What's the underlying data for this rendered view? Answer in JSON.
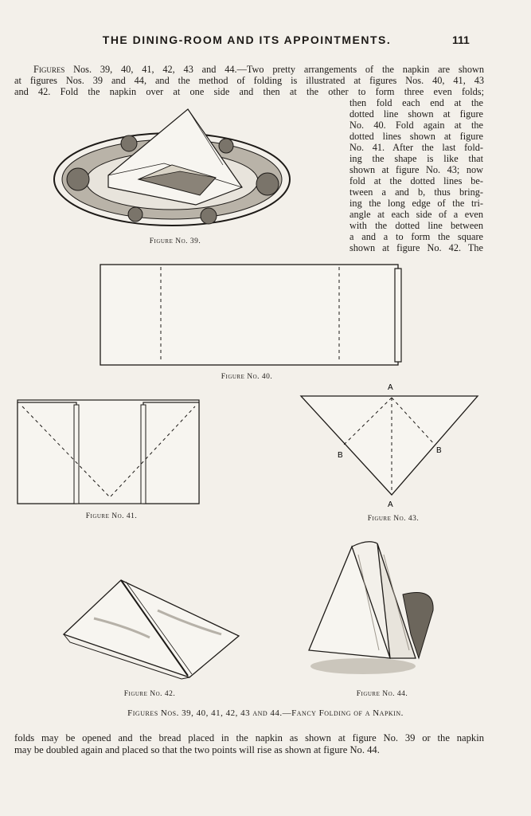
{
  "header": {
    "running_title": "THE DINING-ROOM AND ITS APPOINTMENTS.",
    "page_number": "111"
  },
  "intro": {
    "lead": "Figures",
    "line1_rest": "Nos. 39, 40, 41, 42, 43 and 44.—Two pretty arrangements of the napkin are shown",
    "line2": "at figures Nos. 39 and 44, and the method of folding is illustrated at figures Nos. 40, 41, 43",
    "line3": "and 42.  Fold the napkin over at one side and then at the other to form three even folds;"
  },
  "right_column": [
    "then fold each end at the",
    "dotted line shown at figure",
    "No. 40.  Fold again at the",
    "dotted lines shown at figure",
    "No. 41.  After the last fold-",
    "ing the shape is like that",
    "shown at figure No. 43; now",
    "fold at the dotted lines be-",
    "tween a and b, thus bring-",
    "ing the long edge of the tri-",
    "angle at each side of a even",
    "with the dotted line between",
    "a and a to form the square",
    "shown at figure No. 42.  The"
  ],
  "figures": {
    "fig39": "Figure No. 39.",
    "fig40": "Figure No. 40.",
    "fig41": "Figure No. 41.",
    "fig42": "Figure No. 42.",
    "fig43": "Figure No. 43.",
    "fig44": "Figure No. 44."
  },
  "fig43_labels": {
    "top": "A",
    "bottom": "A",
    "left": "B",
    "right": "B"
  },
  "main_caption": "Figures Nos. 39, 40, 41, 42, 43 and 44.—Fancy Folding of a Napkin.",
  "closing": {
    "line1": "folds may be opened and the bread placed in the napkin as shown at figure No. 39 or the napkin",
    "line2": "may be doubled again and placed so that the two points will rise as shown at figure No. 44."
  }
}
